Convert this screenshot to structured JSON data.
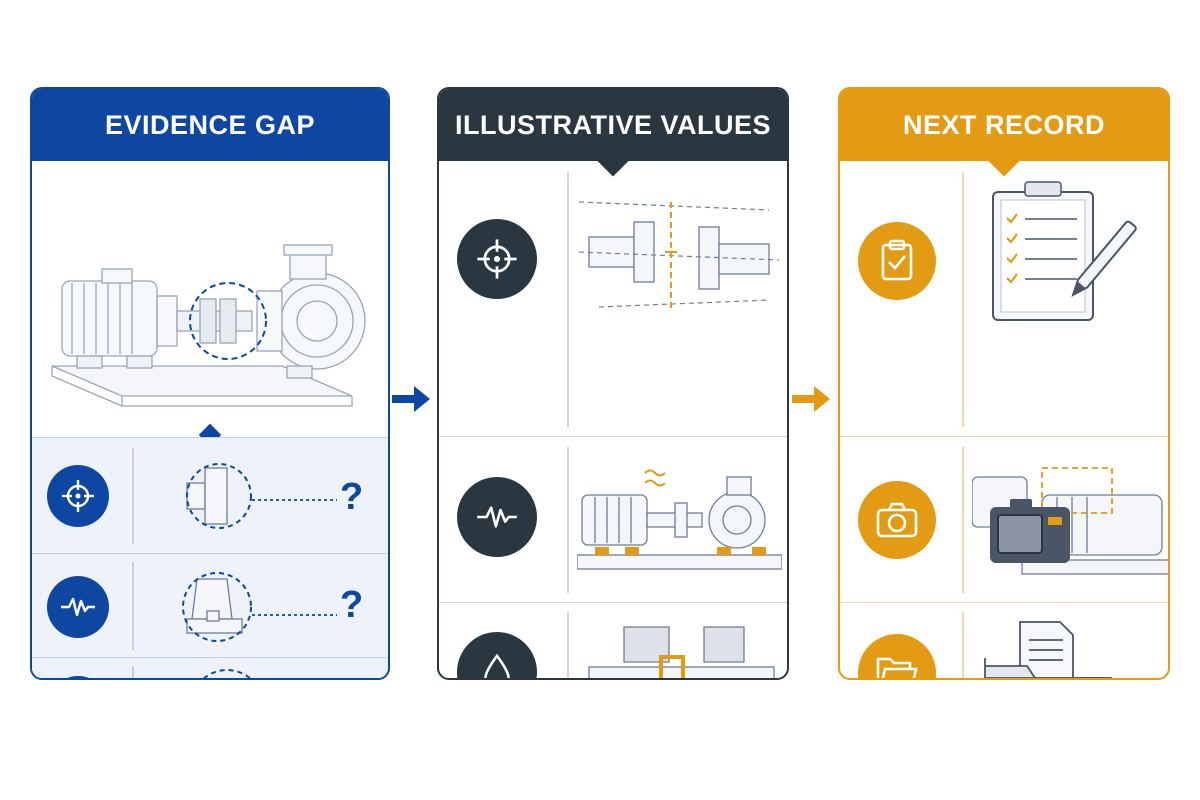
{
  "panels": [
    {
      "title": "EVIDENCE GAP",
      "accent": "#0d47a1",
      "rows": [
        {
          "icon": "crosshair-icon",
          "marker": "?"
        },
        {
          "icon": "vibration-wave-icon",
          "marker": "?"
        },
        {
          "icon": "droplet-icon",
          "marker": "?"
        }
      ]
    },
    {
      "title": "ILLUSTRATIVE VALUES",
      "accent": "#2a3640",
      "rows": [
        {
          "icon": "crosshair-icon"
        },
        {
          "icon": "vibration-wave-icon"
        },
        {
          "icon": "droplet-icon"
        }
      ]
    },
    {
      "title": "NEXT RECORD",
      "accent": "#e39b13",
      "rows": [
        {
          "icon": "clipboard-check-icon"
        },
        {
          "icon": "camera-icon"
        },
        {
          "icon": "folder-icon"
        }
      ]
    }
  ],
  "colors": {
    "blue": "#0d47a1",
    "dark": "#2a3640",
    "orange": "#e39b13",
    "light_blue_bg": "#eef3fb"
  }
}
